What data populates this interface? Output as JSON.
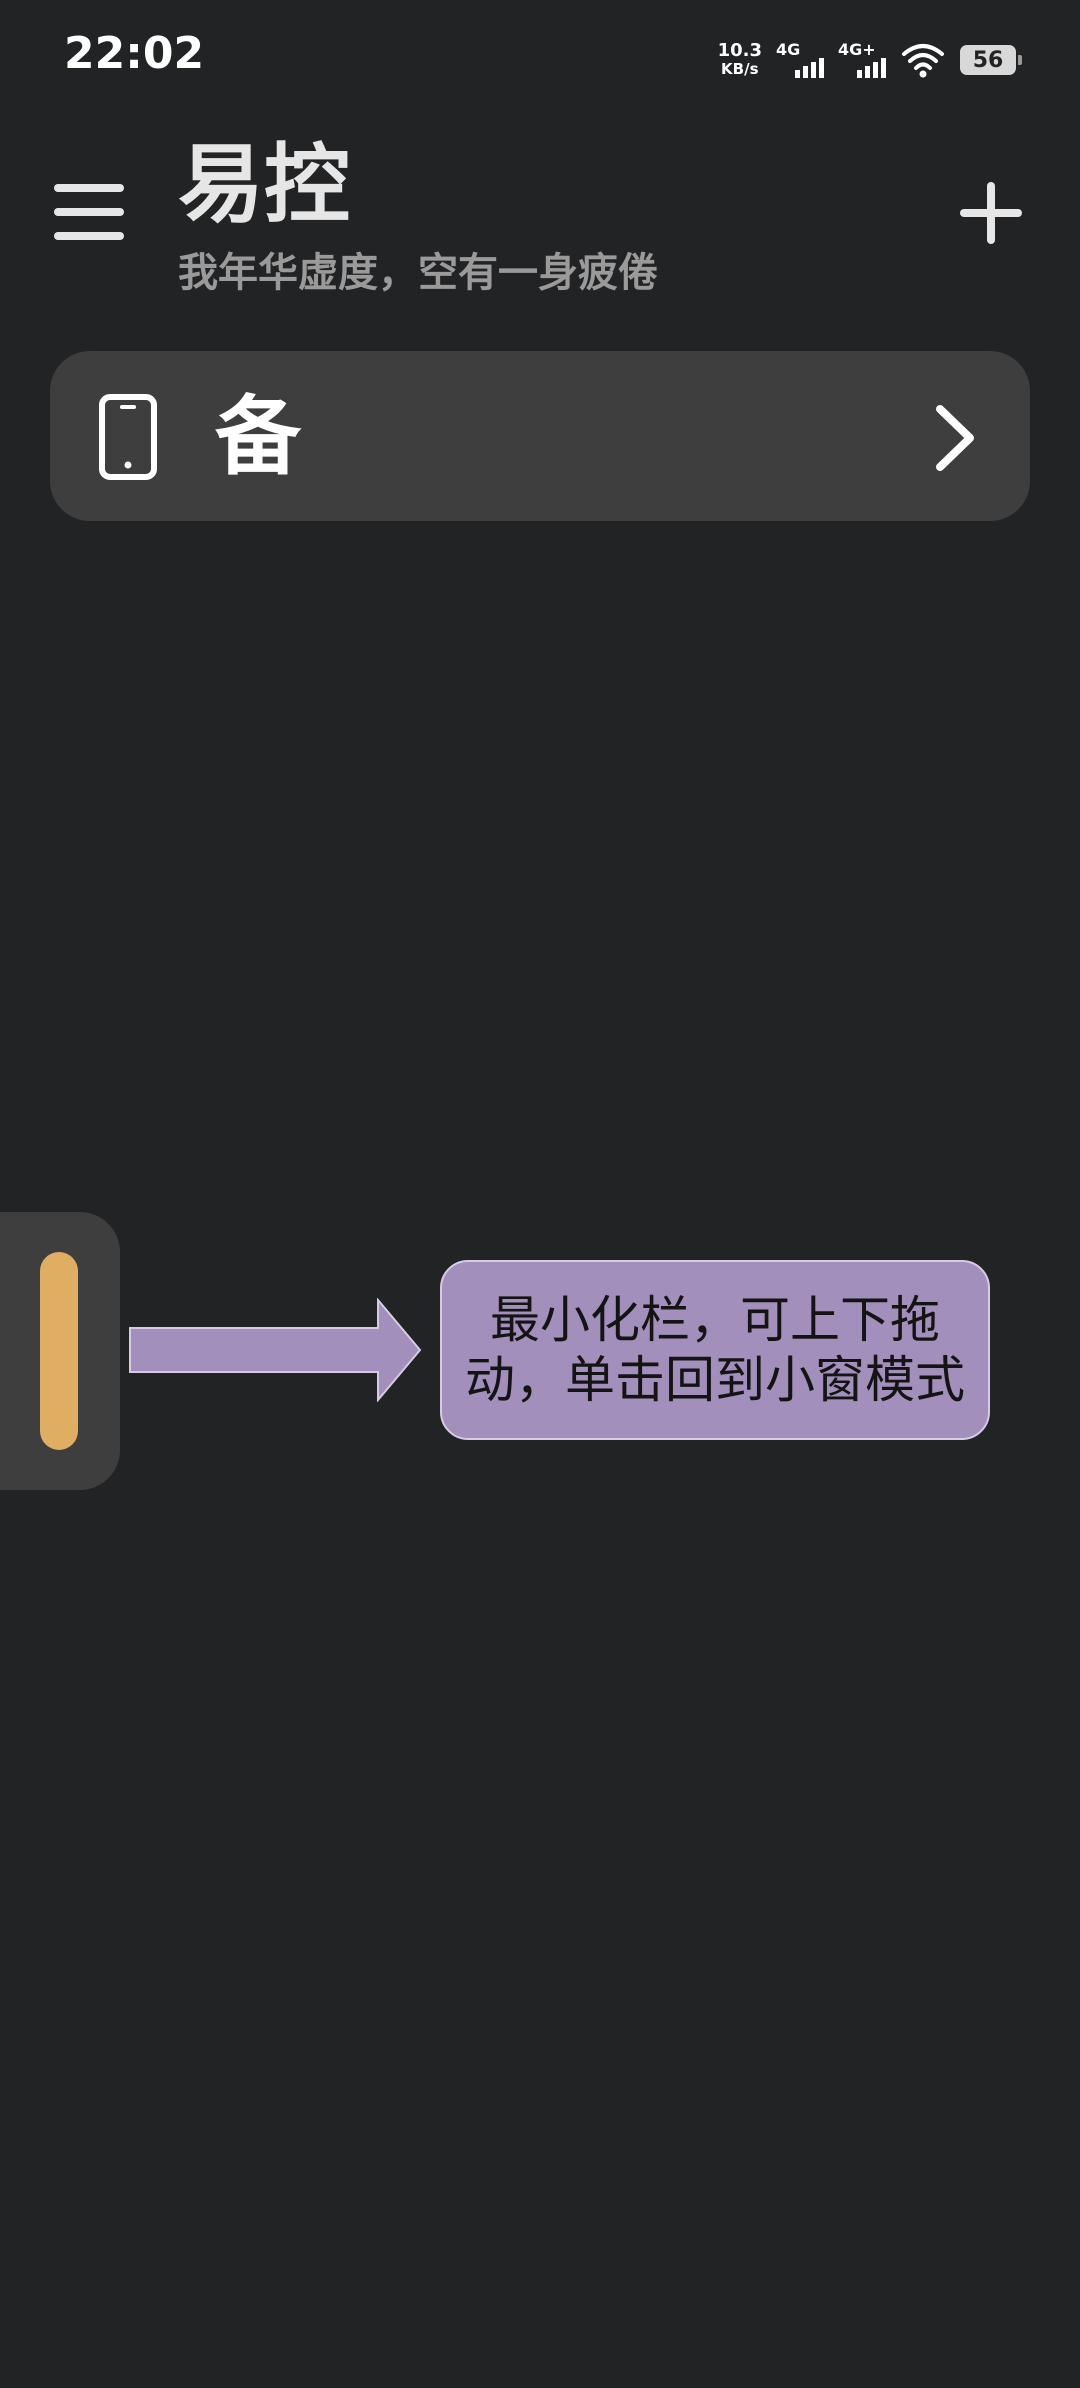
{
  "status_bar": {
    "time": "22:02",
    "net_speed_value": "10.3",
    "net_speed_unit": "KB/s",
    "sim1_label": "4G",
    "sim2_label": "4G+",
    "battery_level": "56",
    "icons": [
      "signal-icon",
      "signal-icon",
      "wifi-icon",
      "battery-icon"
    ]
  },
  "header": {
    "title": "易控",
    "subtitle": "我年华虚度，空有一身疲倦",
    "menu_icon": "menu-icon",
    "add_icon": "plus-icon"
  },
  "device_list": [
    {
      "name": "备",
      "icon": "phone-icon",
      "action_icon": "chevron-right-icon"
    }
  ],
  "mini_bar": {
    "handle_color": "#dfae62"
  },
  "annotation": {
    "text": "最小化栏，可上下拖动，单击回到小窗模式",
    "color": "#a38fbb"
  }
}
